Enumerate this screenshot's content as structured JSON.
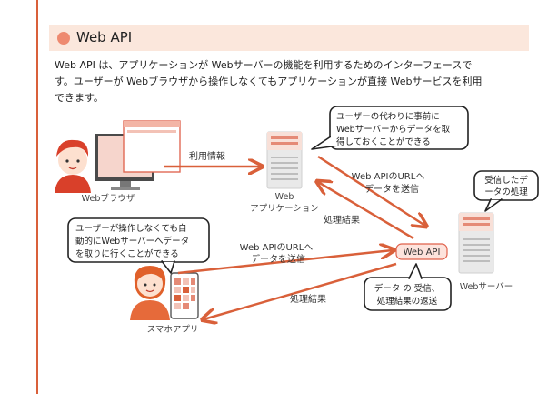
{
  "heading": {
    "title": "Web API"
  },
  "intro": {
    "lines": [
      "Web API は、アプリケーションが Webサーバーの機能を利用するためのインターフェースで",
      "す。ユーザーが Webブラウザから操作しなくてもアプリケーションが直接 Webサービスを利用",
      "できます。"
    ]
  },
  "diagram": {
    "nodes": {
      "browser": "Webブラウザ",
      "web_app": [
        "Web",
        "アプリケーション"
      ],
      "web_server": "Webサーバー",
      "smartphone_app": "スマホアプリ",
      "web_api": "Web API"
    },
    "bubbles": {
      "app_prefetch": [
        "ユーザーの代わりに事前に",
        "Webサーバーからデータを取",
        "得しておくことができる"
      ],
      "server_process": [
        "受信したデ",
        "ータの処理"
      ],
      "phone_auto": [
        "ユーザーが操作しなくても自",
        "動的にWebサーバーへデータ",
        "を取りに行くことができる"
      ],
      "api_receive": [
        "データ の 受信、",
        "処理結果の返送"
      ]
    },
    "arrows": {
      "usage_info": "利用情報",
      "app_send": [
        "Web APIのURLへ",
        "データを送信"
      ],
      "app_result": "処理結果",
      "phone_send": [
        "Web APIのURLへ",
        "データを送信"
      ],
      "phone_result": "処理結果"
    }
  },
  "colors": {
    "accent": "#d9603a",
    "heading_bg": "#fbe7dc",
    "heading_dot": "#ee8a70",
    "api_box_bg": "#fde3dc",
    "api_box_border": "#e0604a"
  }
}
